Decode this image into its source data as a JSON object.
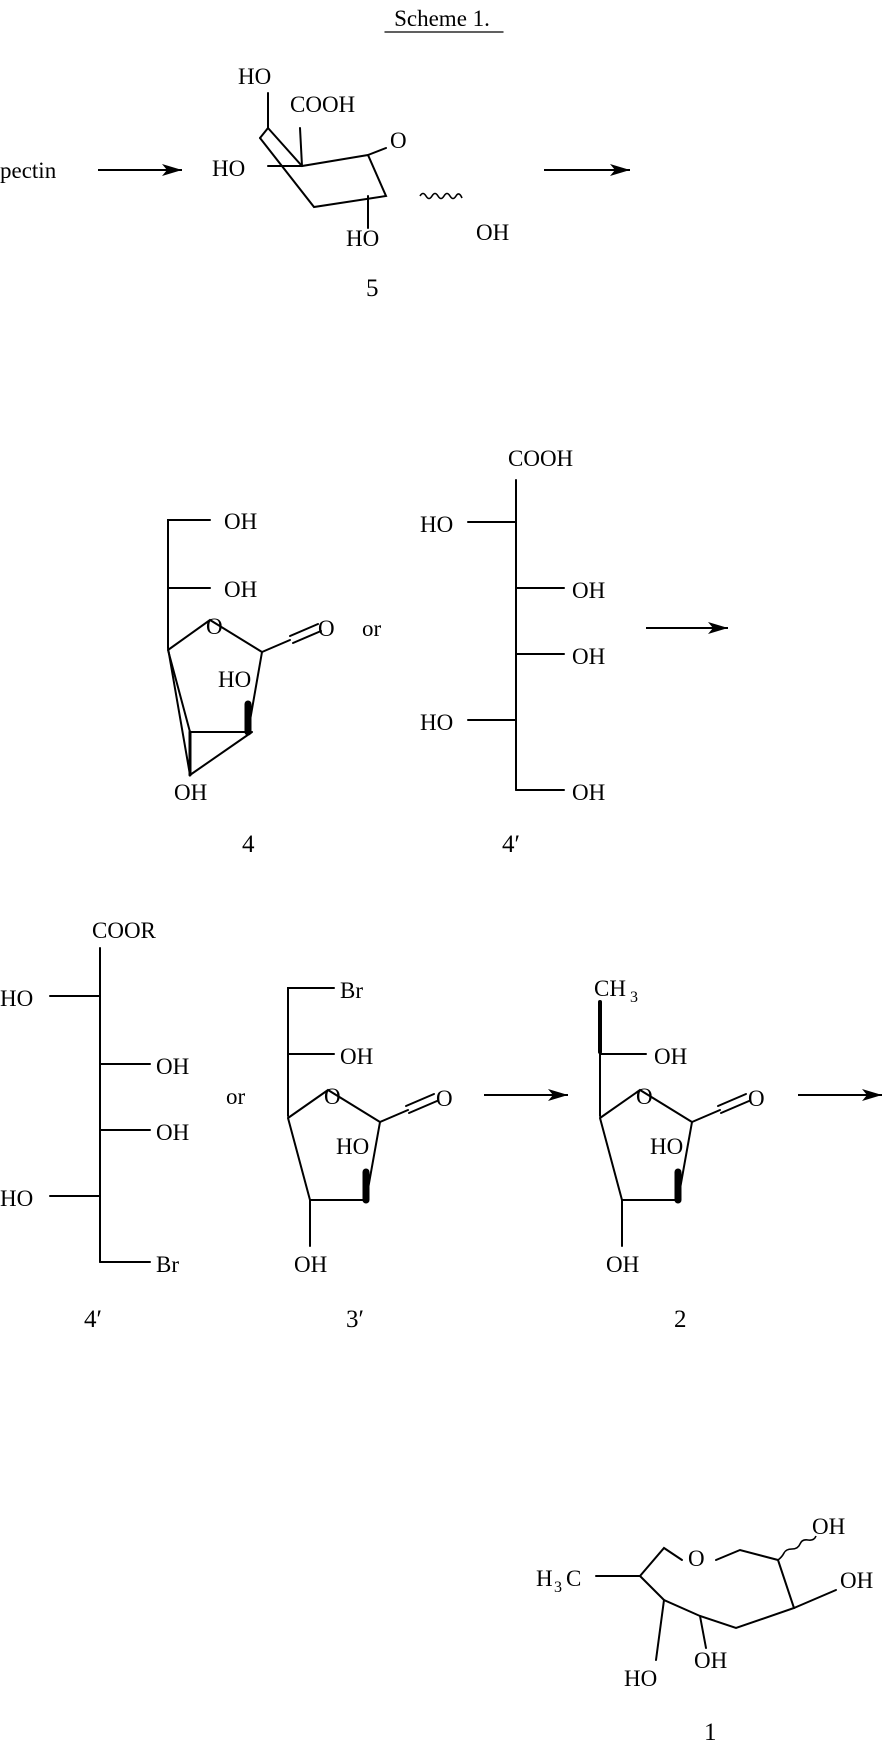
{
  "title": "Scheme 1.",
  "or": "or",
  "pectin": "pectin",
  "compounds": {
    "c5": {
      "number": "5",
      "ho_top": "HO",
      "cooh": "COOH",
      "ring_o": "O",
      "ho_left": "HO",
      "ho_bottom": "HO",
      "oh_anomeric": "OH"
    },
    "c4": {
      "number": "4",
      "oh_top": "OH",
      "oh_mid": "OH",
      "ring_o": "O",
      "carbonyl_o": "O",
      "ho": "HO",
      "oh_bottom": "OH"
    },
    "c4p_a": {
      "number": "4′",
      "cooh": "COOH",
      "ho1": "HO",
      "oh2": "OH",
      "oh3": "OH",
      "ho4": "HO",
      "oh5": "OH"
    },
    "c4p_b": {
      "number": "4′",
      "coor": "COOR",
      "ho1": "HO",
      "oh2": "OH",
      "oh3": "OH",
      "ho4": "HO",
      "br": "Br"
    },
    "c3p": {
      "number": "3′",
      "br": "Br",
      "oh_mid": "OH",
      "ring_o": "O",
      "carbonyl_o": "O",
      "ho": "HO",
      "oh_bottom": "OH"
    },
    "c2": {
      "number": "2",
      "ch3": "CH",
      "ch3_sub": "3",
      "oh_mid": "OH",
      "ring_o": "O",
      "carbonyl_o": "O",
      "ho": "HO",
      "oh_bottom": "OH"
    },
    "c1": {
      "number": "1",
      "h3c": "H",
      "h3c_sub": "3",
      "h3c_c": "C",
      "ring_o": "O",
      "oh_anomeric": "OH",
      "oh_right": "OH",
      "oh_mid": "OH",
      "ho_bottom": "HO"
    }
  }
}
